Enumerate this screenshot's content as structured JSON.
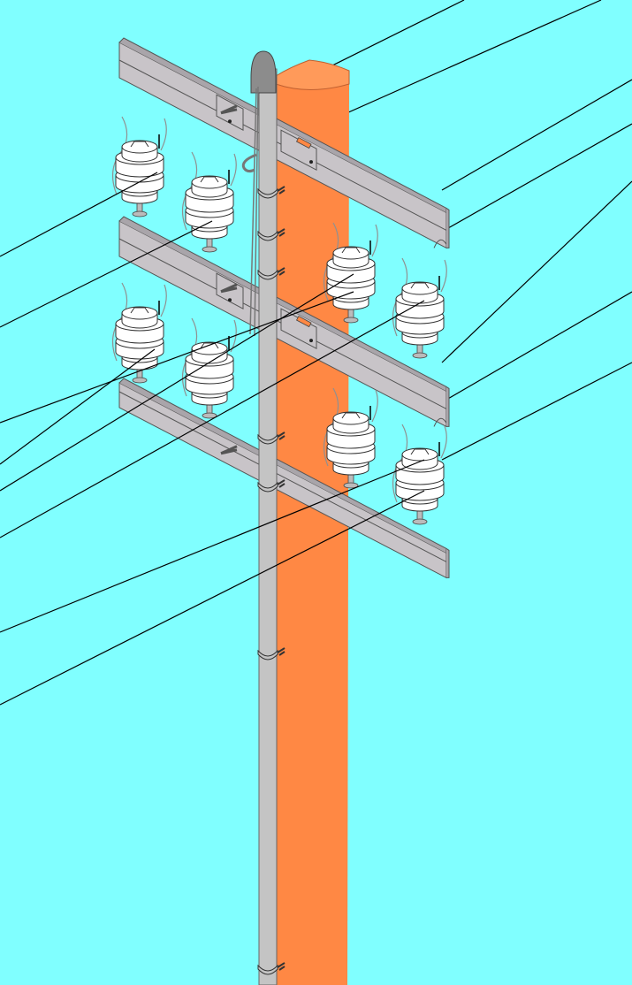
{
  "colors": {
    "sky": "#80ffff",
    "pole": "#ff8844",
    "pole_top": "#ff9a5a",
    "steel": "#c8c4c8",
    "steel_dark": "#a9a5aa",
    "steel_outline": "#555555",
    "insulator": "#ffffff",
    "insulator_outline": "#333333",
    "conduit": "#c4c4c4",
    "cap": "#8c8c8c",
    "wire": "#000000",
    "tie_wire": "#909090",
    "clamp_accent": "#ff8844"
  },
  "scene": {
    "subject": "utility-pole",
    "crossarm_count": 3,
    "insulators_per_crossarm": 4,
    "conductor_count": 8,
    "conduit_clamp_count": 7
  }
}
